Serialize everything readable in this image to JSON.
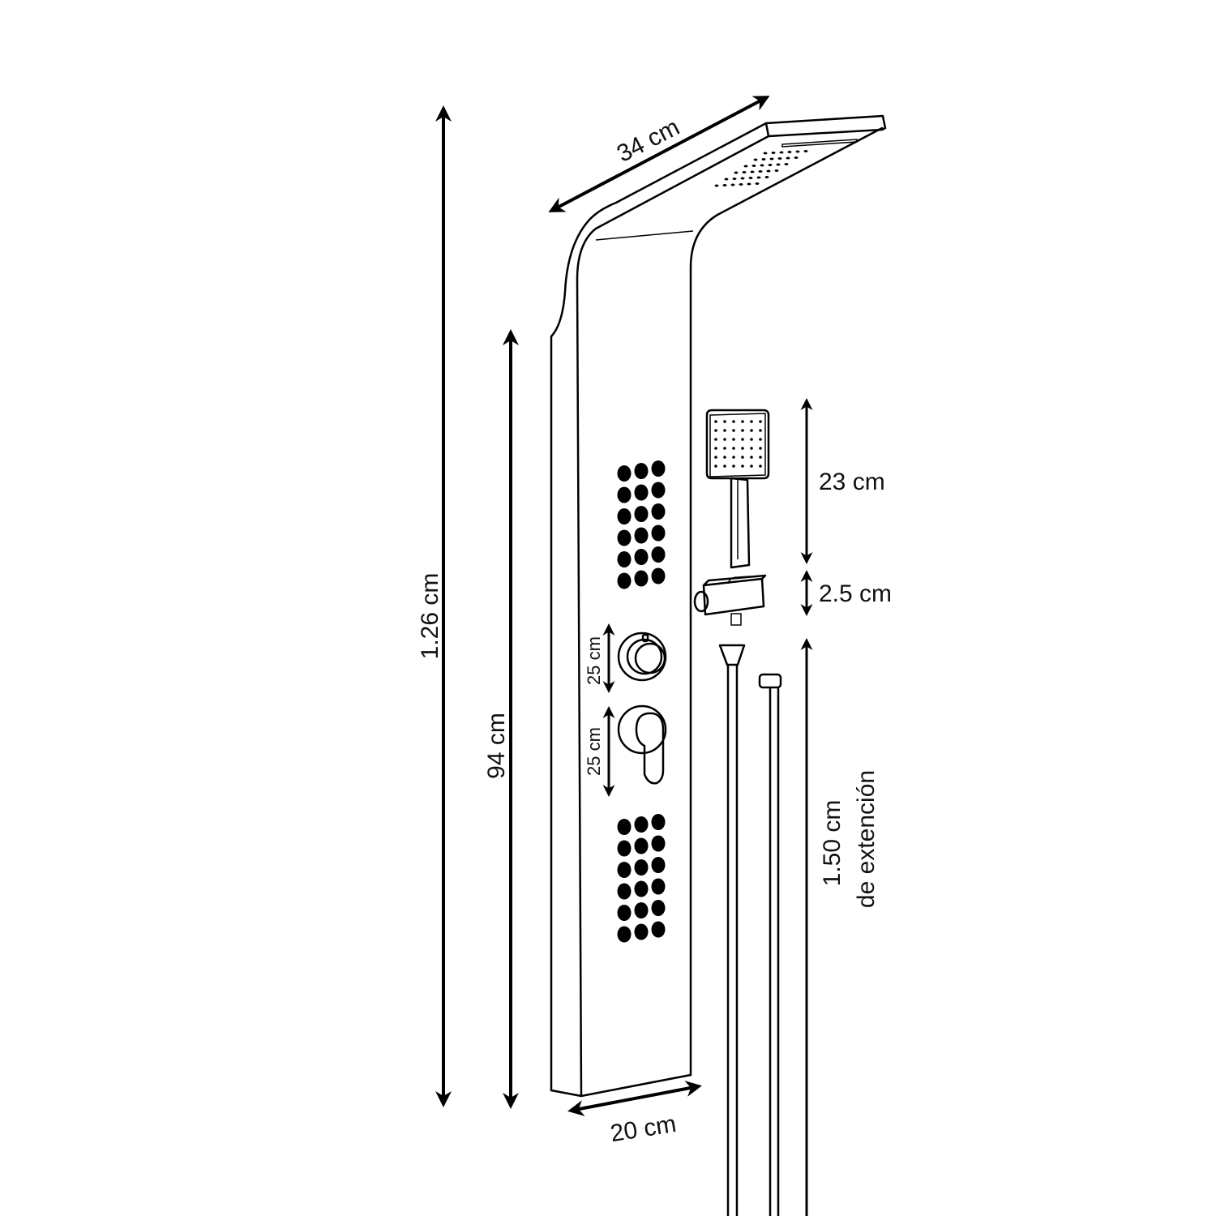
{
  "dimensions": {
    "total_height": "1.26 cm",
    "panel_height": "94 cm",
    "head_width": "34 cm",
    "base_width": "20 cm",
    "control_spacing_1": "25 cm",
    "control_spacing_2": "25 cm",
    "hand_shower_height": "23 cm",
    "bracket_height": "2.5 cm",
    "hose_length": "1.50 cm",
    "hose_length_note": "de extención"
  },
  "colors": {
    "line": "#000000",
    "background": "#ffffff"
  }
}
